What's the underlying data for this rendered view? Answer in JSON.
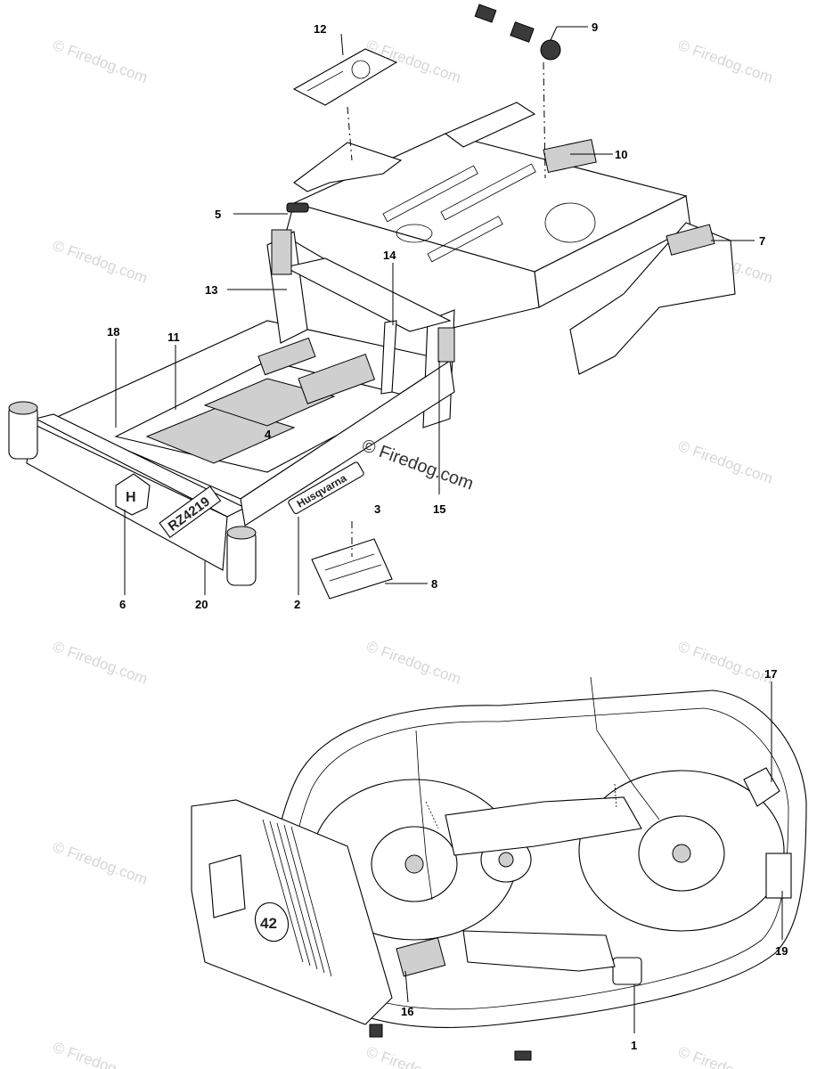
{
  "watermark_text": "© Firedog.com",
  "watermark_main": "© Firedog.com",
  "brand_text": "Husqvarna",
  "model_text": "RZ4219",
  "deck_size_text": "42",
  "callouts": [
    {
      "id": "1",
      "label": "1"
    },
    {
      "id": "2",
      "label": "2"
    },
    {
      "id": "3",
      "label": "3"
    },
    {
      "id": "4",
      "label": "4"
    },
    {
      "id": "5",
      "label": "5"
    },
    {
      "id": "6",
      "label": "6"
    },
    {
      "id": "7",
      "label": "7"
    },
    {
      "id": "8",
      "label": "8"
    },
    {
      "id": "9",
      "label": "9"
    },
    {
      "id": "10",
      "label": "10"
    },
    {
      "id": "11",
      "label": "11"
    },
    {
      "id": "12",
      "label": "12"
    },
    {
      "id": "13",
      "label": "13"
    },
    {
      "id": "14",
      "label": "14"
    },
    {
      "id": "15",
      "label": "15"
    },
    {
      "id": "16",
      "label": "16"
    },
    {
      "id": "17",
      "label": "17"
    },
    {
      "id": "18",
      "label": "18"
    },
    {
      "id": "19",
      "label": "19"
    },
    {
      "id": "20",
      "label": "20"
    }
  ]
}
